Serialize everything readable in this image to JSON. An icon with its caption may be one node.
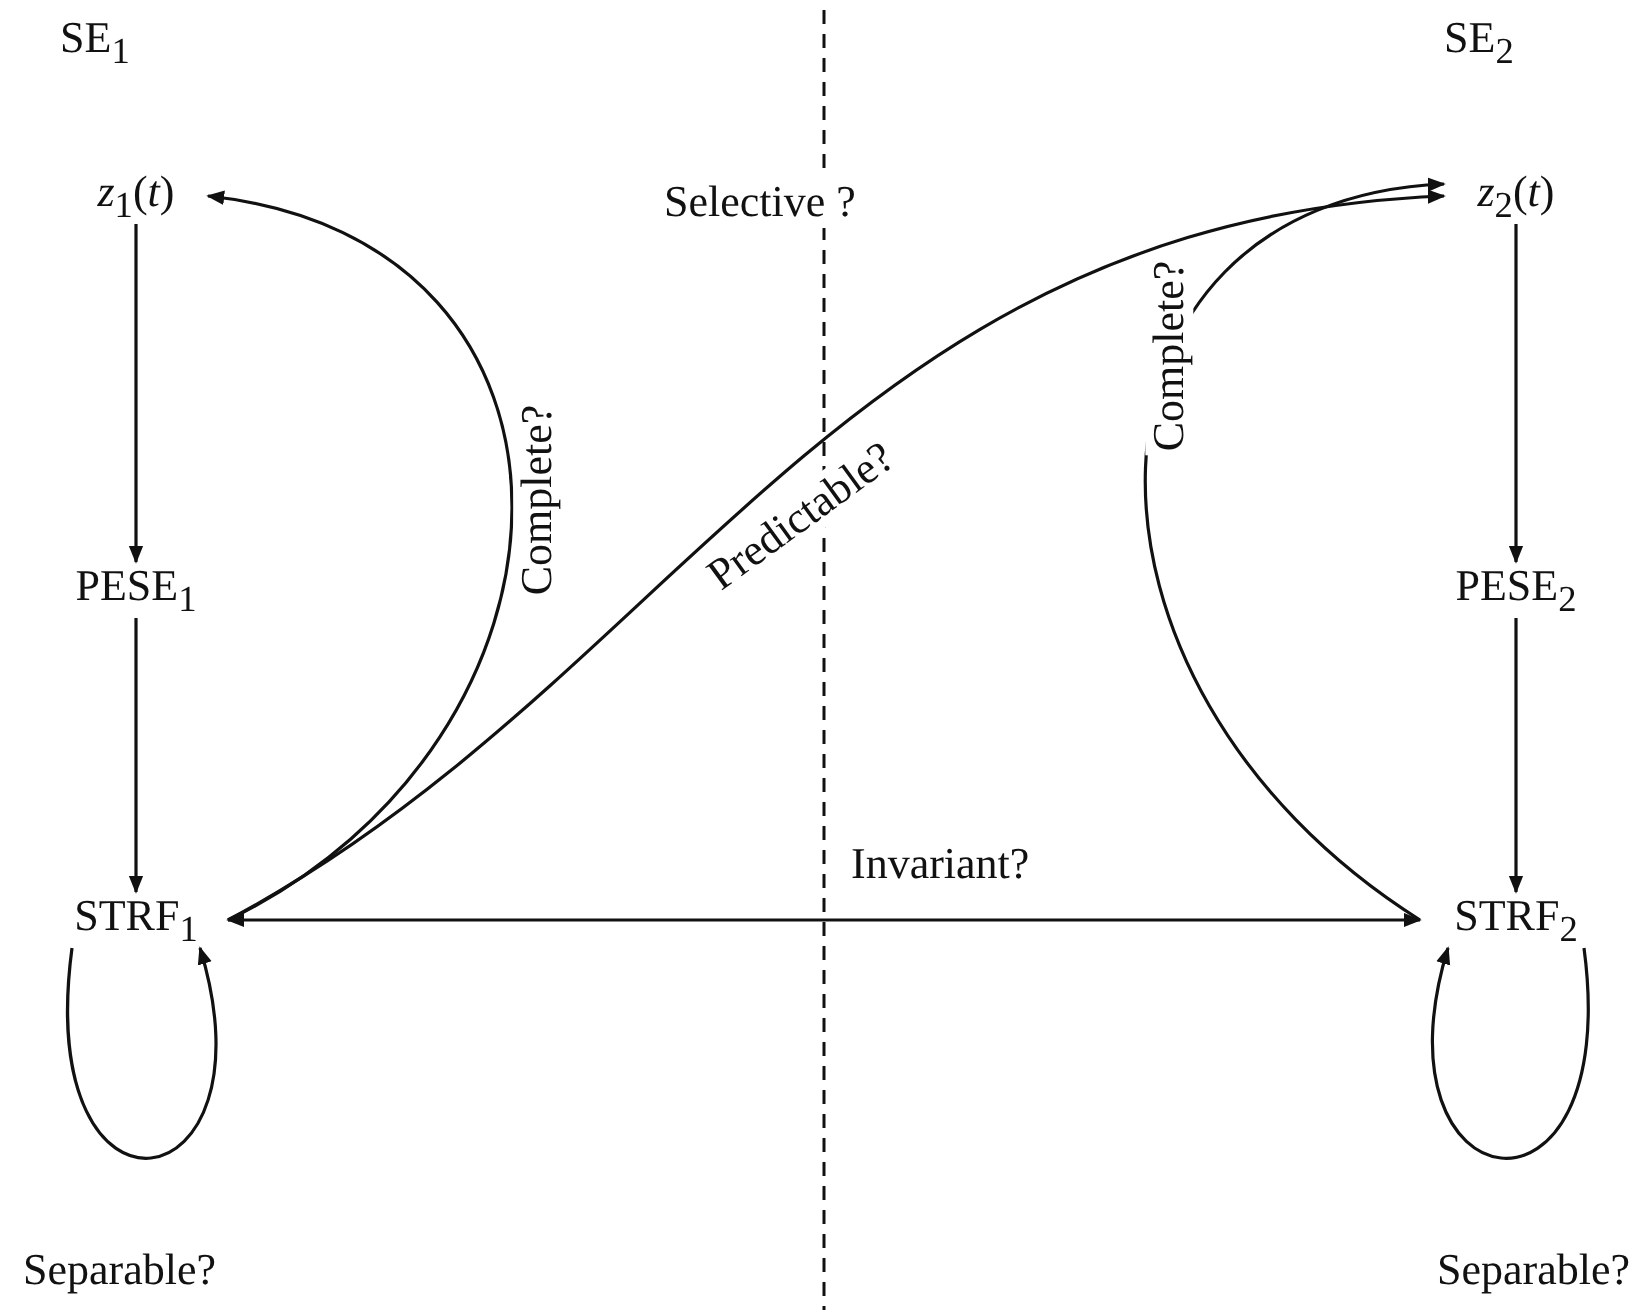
{
  "diagram": {
    "nodes": [
      {
        "text": [
          "*z*$_{1}$(*t*)"
        ]
      },
      {
        "text": [
          "PESE$_{1}$"
        ]
      },
      {
        "text": [
          "STRF$_{1}$"
        ]
      },
      {
        "text": [
          "*z*$_{2}$(*t*)"
        ]
      },
      {
        "text": [
          "PESE$_{2}$"
        ]
      },
      {
        "text": [
          "STRF$_{2}$"
        ]
      }
    ],
    "edges": [
      {
        "from": 0,
        "to": 1,
        "arrow": "to"
      },
      {
        "from": 1,
        "to": 2,
        "arrow": "to"
      },
      {
        "from": 2,
        "to": 0,
        "arrow": "to",
        "label": "Complete?"
      },
      {
        "from": 2,
        "to": 3,
        "arrow": "to",
        "label": "Predictable?"
      },
      {
        "from": 2,
        "to": 5,
        "arrow": "both",
        "label": "Invariant?"
      },
      {
        "from": 5,
        "to": 3,
        "arrow": "to",
        "label": "Complete?"
      },
      {
        "from": 3,
        "to": 4,
        "arrow": "to"
      },
      {
        "from": 4,
        "to": 5,
        "arrow": "to"
      },
      {
        "from": 2,
        "to": 2,
        "arrow": "to",
        "label": "Separable?"
      },
      {
        "from": 5,
        "to": 5,
        "arrow": "to",
        "label": "Separable?"
      }
    ],
    "labels": [
      "SE$_{1}$",
      "SE$_{2}$",
      "Selective ?"
    ]
  }
}
